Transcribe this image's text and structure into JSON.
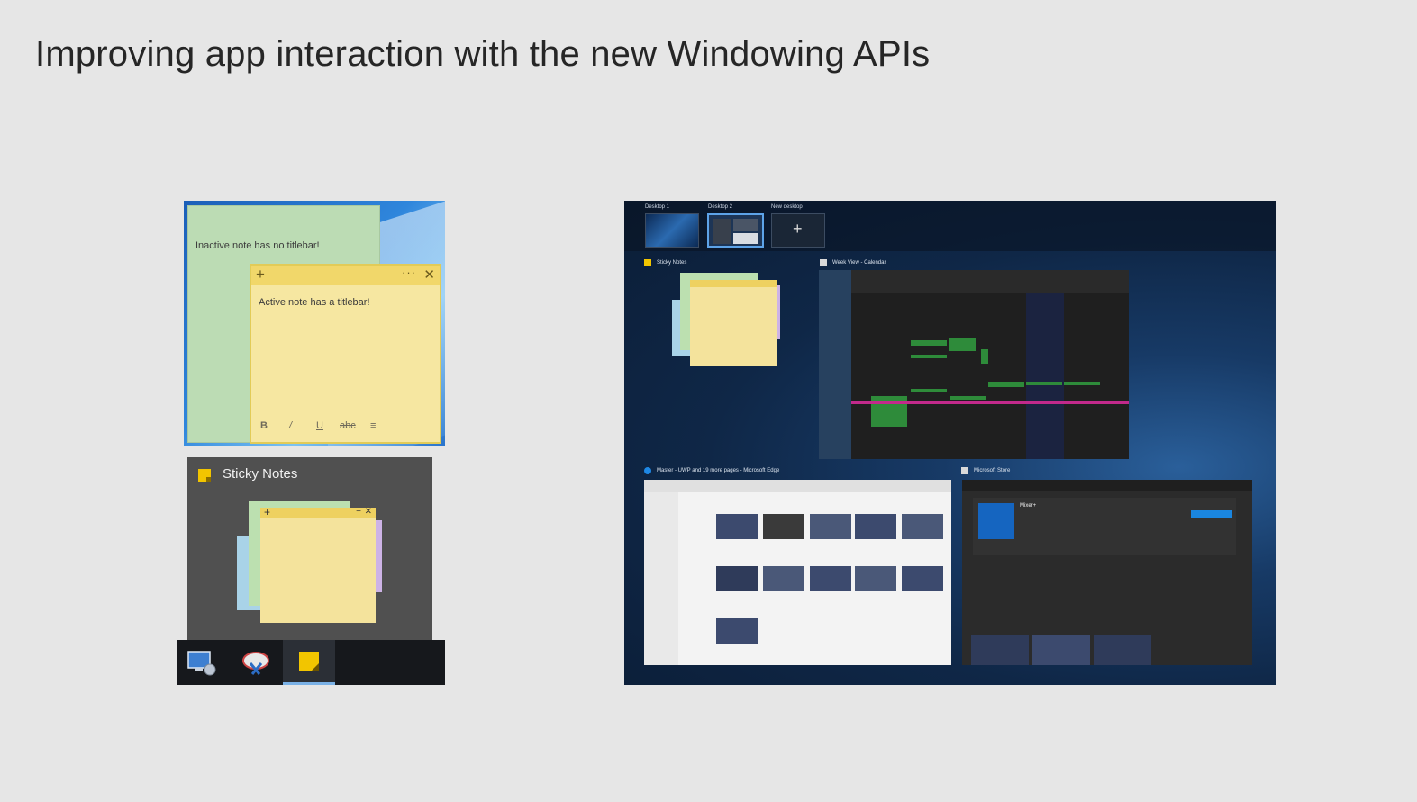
{
  "slide": {
    "title": "Improving app interaction with the new Windowing APIs"
  },
  "sticky_demo": {
    "inactive_note_text": "Inactive note has no titlebar!",
    "active_note_text": "Active note has a titlebar!",
    "titlebar": {
      "plus_icon": "+",
      "more_icon": "···",
      "close_icon": "✕"
    },
    "format_bar": {
      "bold": "B",
      "italic": "/",
      "underline": "U",
      "strike": "abc",
      "list": "≡"
    },
    "colors": {
      "inactive_note": "#bcdcb4",
      "active_note": "#f6e7a1",
      "active_titlebar": "#f1d76a"
    }
  },
  "app_preview": {
    "app_name": "Sticky Notes"
  },
  "taskbar": {
    "items": [
      {
        "icon": "computer-icon"
      },
      {
        "icon": "snipping-tool-icon"
      },
      {
        "icon": "sticky-notes-icon",
        "active": true
      }
    ]
  },
  "task_view": {
    "desktops": [
      {
        "label": "Desktop 1"
      },
      {
        "label": "Desktop 2",
        "selected": true
      },
      {
        "label": "New desktop",
        "icon": "+"
      }
    ],
    "windows": [
      {
        "title": "Sticky Notes"
      },
      {
        "title": "Week View - Calendar"
      },
      {
        "title": "Master - UWP and 19 more pages - Microsoft Edge"
      },
      {
        "title": "Microsoft Store"
      }
    ],
    "store_app_name": "Mixer+"
  }
}
